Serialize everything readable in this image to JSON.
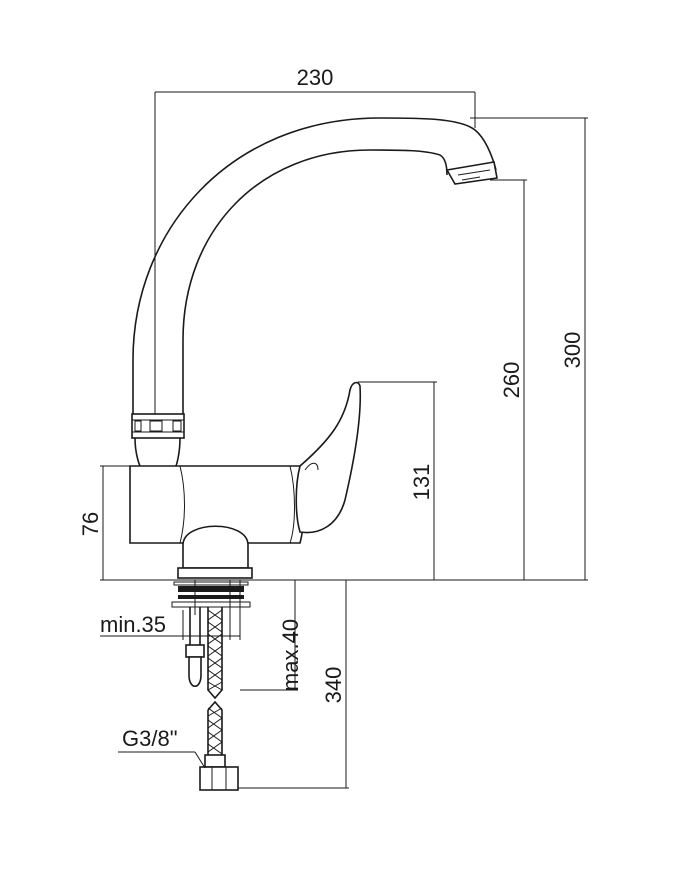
{
  "dimensions": {
    "spout_reach": "230",
    "total_height": "300",
    "spout_outlet_height": "260",
    "lever_height": "131",
    "body_height": "76",
    "min_hole": "min.35",
    "max_deck": "max.40",
    "hose_length": "340",
    "thread": "G3/8\""
  }
}
